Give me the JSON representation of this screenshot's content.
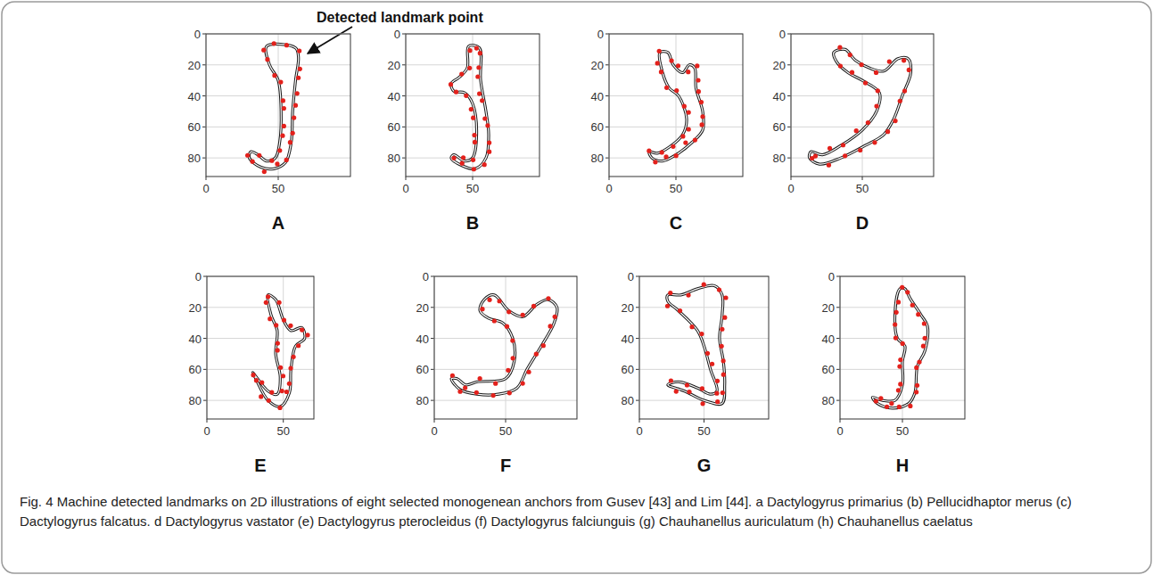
{
  "diagram": {
    "caption": "Fig. 4 Machine detected landmarks on 2D illustrations of eight selected monogenean anchors from Gusev [43] and Lim [44]. a Dactylogyrus primarius (b) Pellucidhaptor merus (c) Dactylogyrus falcatus. d Dactylogyrus vastator (e) Dactylogyrus pterocleidus (f) Dactylogyrus falciunguis (g) Chauhanellus auriculatum (h) Chauhanellus caelatus",
    "labels": [
      "Detected landmark point",
      "A",
      "0",
      "20",
      "40",
      "60",
      "80",
      "0",
      "50",
      "B",
      "0",
      "20",
      "40",
      "60",
      "80",
      "0",
      "50",
      "C",
      "0",
      "20",
      "40",
      "60",
      "80",
      "0",
      "50",
      "D",
      "0",
      "20",
      "40",
      "60",
      "80",
      "0",
      "50",
      "E",
      "0",
      "20",
      "40",
      "60",
      "80",
      "0",
      "50",
      "F",
      "0",
      "20",
      "40",
      "60",
      "80",
      "0",
      "50",
      "G",
      "0",
      "20",
      "40",
      "60",
      "80",
      "0",
      "50",
      "H",
      "0",
      "20",
      "40",
      "60",
      "80",
      "0",
      "50"
    ]
  }
}
